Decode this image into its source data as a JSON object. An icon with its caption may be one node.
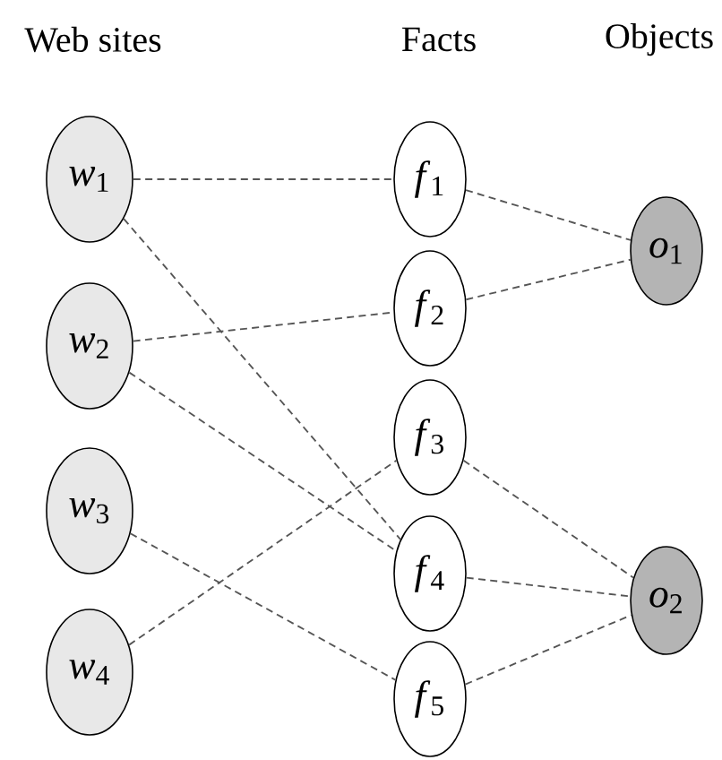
{
  "diagram": {
    "nodes": [
      {
        "text": [
          "*w*$_{1}$"
        ]
      },
      {
        "text": [
          "*w*$_{2}$"
        ]
      },
      {
        "text": [
          "*w*$_{3}$"
        ]
      },
      {
        "text": [
          "*w*$_{4}$"
        ]
      },
      {
        "text": [
          "*f*$_{1}$"
        ]
      },
      {
        "text": [
          "*f*$_{2}$"
        ]
      },
      {
        "text": [
          "*f*$_{3}$"
        ]
      },
      {
        "text": [
          "*f*$_{4}$"
        ]
      },
      {
        "text": [
          "*f*$_{5}$"
        ]
      },
      {
        "text": [
          "*o*$_{1}$"
        ]
      },
      {
        "text": [
          "*o*$_{2}$"
        ]
      }
    ],
    "edges": [
      {
        "from": 0,
        "to": 4,
        "arrow": "none"
      },
      {
        "from": 0,
        "to": 7,
        "arrow": "none"
      },
      {
        "from": 1,
        "to": 5,
        "arrow": "none"
      },
      {
        "from": 1,
        "to": 7,
        "arrow": "none"
      },
      {
        "from": 2,
        "to": 8,
        "arrow": "none"
      },
      {
        "from": 3,
        "to": 6,
        "arrow": "none"
      },
      {
        "from": 4,
        "to": 9,
        "arrow": "none"
      },
      {
        "from": 5,
        "to": 9,
        "arrow": "none"
      },
      {
        "from": 6,
        "to": 10,
        "arrow": "none"
      },
      {
        "from": 7,
        "to": 10,
        "arrow": "none"
      },
      {
        "from": 8,
        "to": 10,
        "arrow": "none"
      }
    ],
    "labels": [
      "Web sites",
      "Facts",
      "Objects"
    ]
  }
}
